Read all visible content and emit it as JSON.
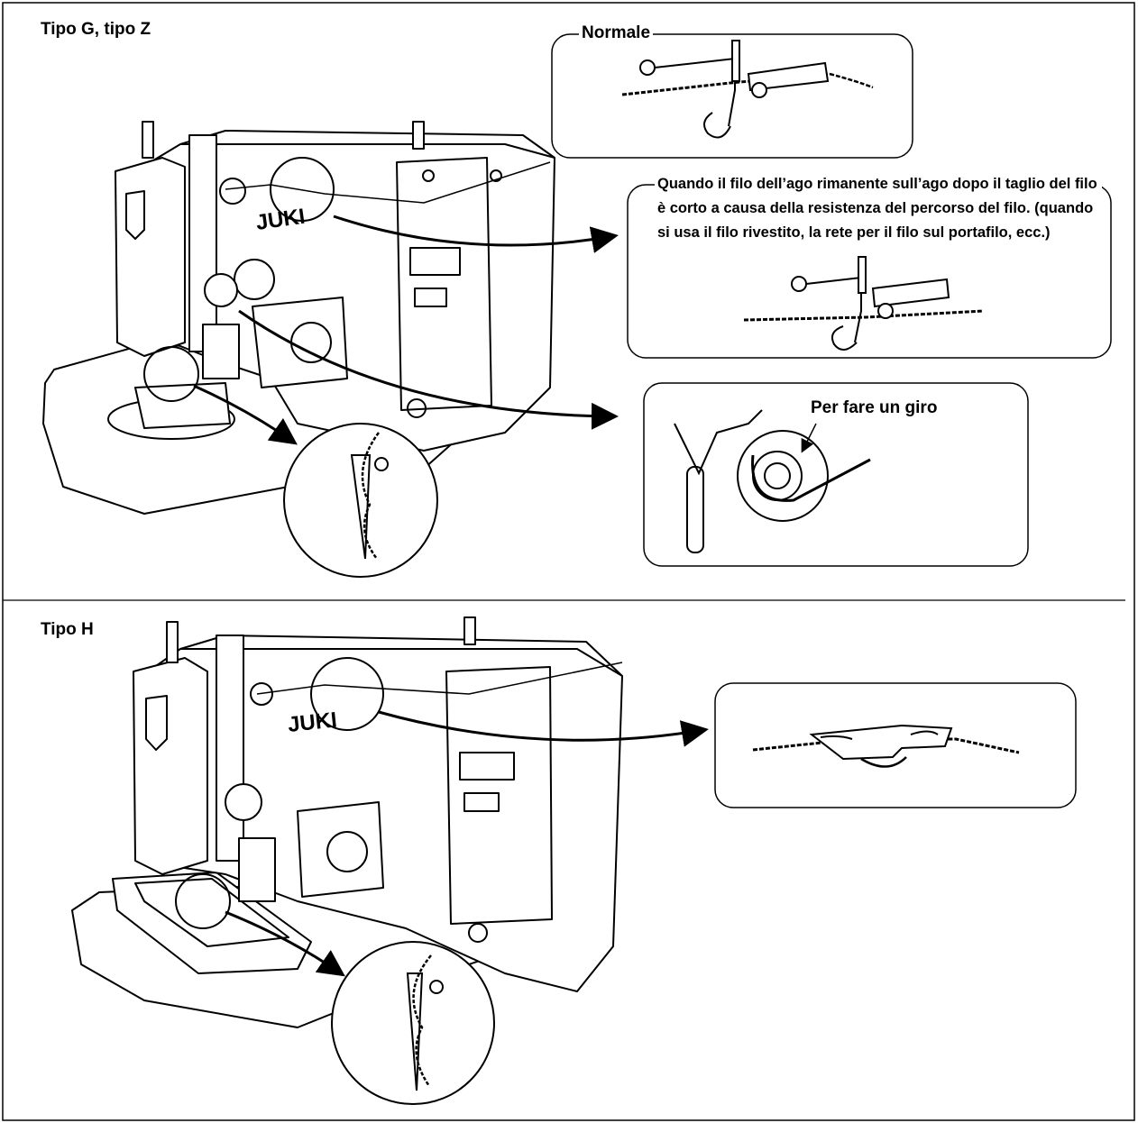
{
  "section_gz": {
    "title": "Tipo G, tipo Z",
    "brand": "JUKI",
    "detail_normal_label": "Normale",
    "detail_short_thread_note": "Quando il filo dell’ago rimanente sull’ago dopo il taglio del filo è corto a causa della resistenza del percorso del filo.  (quando si usa il filo rivestito, la rete per il filo sul portafilo, ecc.)",
    "detail_turn_label": "Per fare un giro"
  },
  "section_h": {
    "title": "Tipo H",
    "brand": "JUKI"
  }
}
